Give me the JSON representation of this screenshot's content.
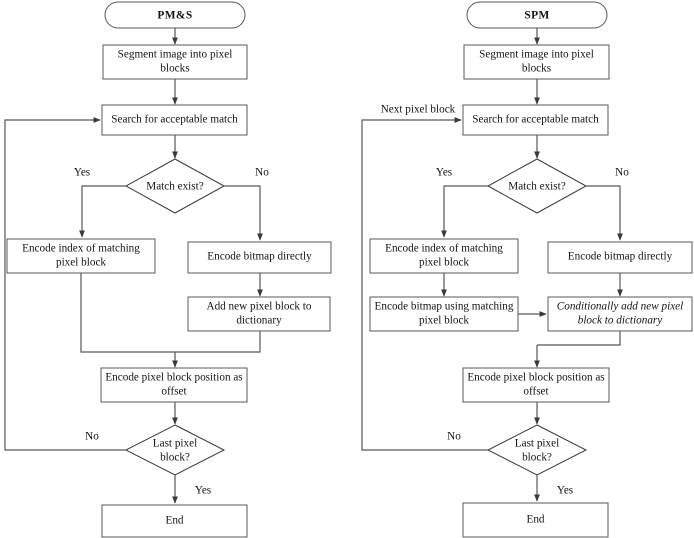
{
  "figure": {
    "type": "flowchart-pair",
    "background": "#ffffff",
    "line_color": "#58585a",
    "text_color": "#141414"
  },
  "charts": [
    {
      "id": "pms",
      "title": "PM&S",
      "nodes": {
        "start": "PM&S",
        "segment": "Segment image into pixel blocks",
        "search": "Search for acceptable match",
        "match_decision": "Match exist?",
        "encode_index": "Encode index of matching pixel block",
        "encode_bitmap": "Encode bitmap directly",
        "add_new_block": "Add new pixel block to dictionary",
        "encode_offset": "Encode pixel block position as offset",
        "last_decision": "Last pixel block?",
        "end": "End"
      },
      "edge_labels": {
        "match_yes": "Yes",
        "match_no": "No",
        "last_no": "No",
        "last_yes": "Yes"
      }
    },
    {
      "id": "spm",
      "title": "SPM",
      "nodes": {
        "start": "SPM",
        "segment": "Segment image into pixel blocks",
        "search": "Search for acceptable match",
        "match_decision": "Match exist?",
        "encode_index": "Encode index of matching pixel block",
        "encode_bitmap": "Encode bitmap directly",
        "encode_bitmap_using": "Encode bitmap using matching pixel block",
        "conditional_add": "Conditionally add new pixel block to dictionary",
        "encode_offset": "Encode pixel block position as offset",
        "last_decision": "Last pixel block?",
        "end": "End"
      },
      "edge_labels": {
        "loop_back": "Next pixel block",
        "match_yes": "Yes",
        "match_no": "No",
        "last_no": "No",
        "last_yes": "Yes"
      }
    }
  ]
}
